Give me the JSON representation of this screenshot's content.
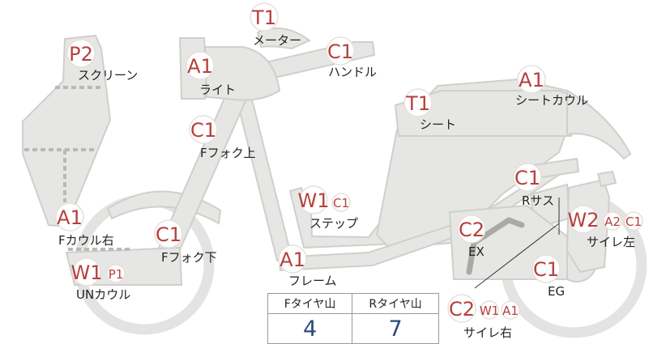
{
  "labels": {
    "meter": {
      "text": "メーター",
      "codes": [
        "T1"
      ]
    },
    "screen": {
      "text": "スクリーン",
      "codes": [
        "P2"
      ]
    },
    "light": {
      "text": "ライト",
      "codes": [
        "A1"
      ]
    },
    "handle": {
      "text": "ハンドル",
      "codes": [
        "C1"
      ]
    },
    "seat_cowl": {
      "text": "シートカウル",
      "codes": [
        "A1"
      ]
    },
    "seat": {
      "text": "シート",
      "codes": [
        "T1"
      ]
    },
    "fork_upper": {
      "text": "Fフォク上",
      "codes": [
        "C1"
      ]
    },
    "step": {
      "text": "ステップ",
      "codes": [
        "W1",
        "C1"
      ]
    },
    "r_sus": {
      "text": "Rサス",
      "codes": [
        "C1"
      ]
    },
    "f_cowl_right": {
      "text": "Fカウル右",
      "codes": [
        "A1"
      ]
    },
    "fork_lower": {
      "text": "Fフォク下",
      "codes": [
        "C1"
      ]
    },
    "ex": {
      "text": "EX",
      "codes": [
        "C2"
      ]
    },
    "silencer_left": {
      "text": "サイレ左",
      "codes": [
        "W2",
        "A2",
        "C1"
      ]
    },
    "frame": {
      "text": "フレーム",
      "codes": [
        "A1"
      ]
    },
    "un_cowl": {
      "text": "UNカウル",
      "codes": [
        "W1",
        "P1"
      ]
    },
    "eg": {
      "text": "EG",
      "codes": [
        "C1"
      ]
    },
    "silencer_right": {
      "text": "サイレ右",
      "codes": [
        "C2",
        "W1",
        "A1"
      ]
    }
  },
  "tire_table": {
    "front_header": "Fタイヤ山",
    "rear_header": "Rタイヤ山",
    "front_value": "4",
    "rear_value": "7"
  },
  "colors": {
    "part_fill": "#e6e6e4",
    "code_text": "#b5403d",
    "table_value": "#2b4a7c"
  }
}
